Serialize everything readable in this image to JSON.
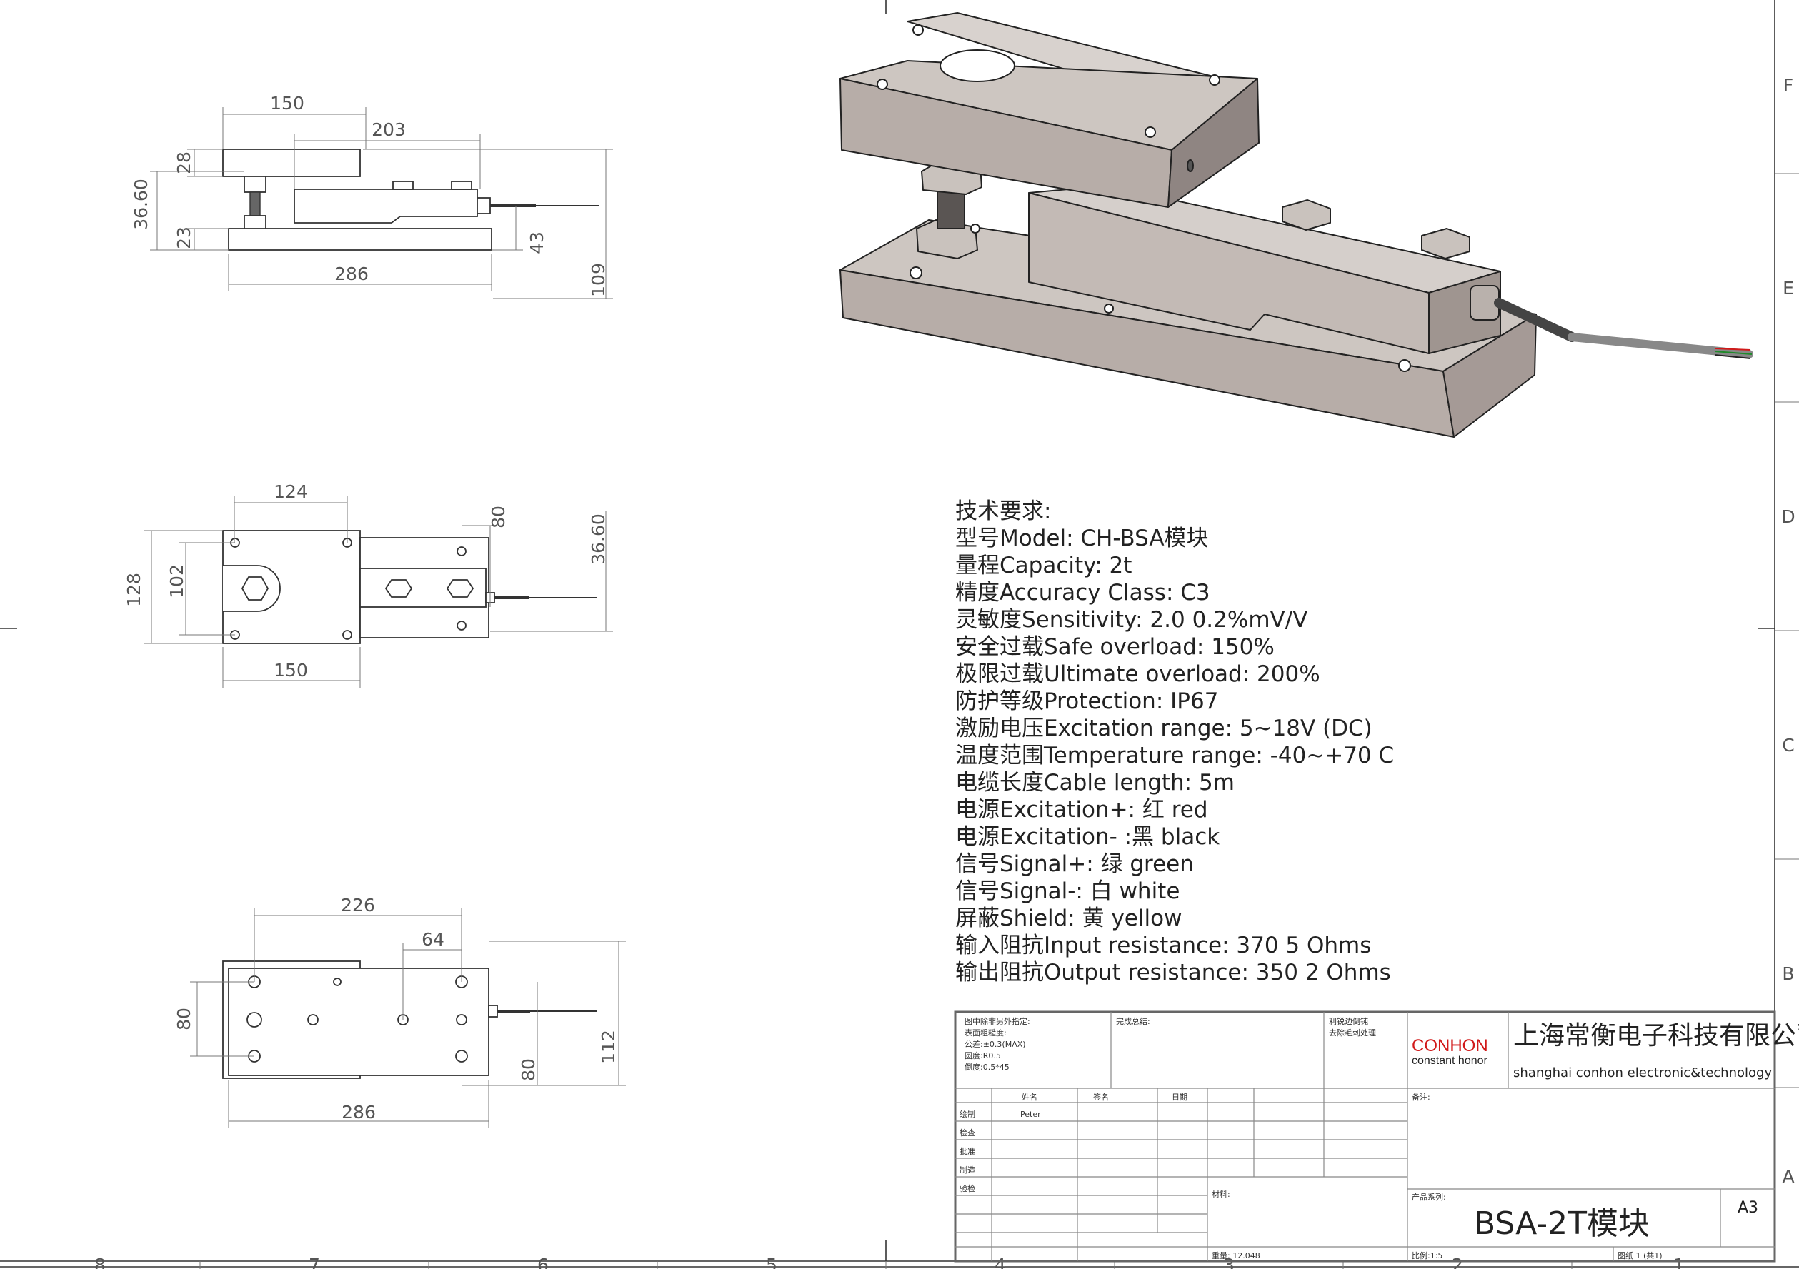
{
  "zone_labels": {
    "rows": [
      "F",
      "E",
      "D",
      "C",
      "B",
      "A"
    ],
    "columns": [
      "8",
      "7",
      "6",
      "5",
      "4",
      "3",
      "2",
      "1"
    ]
  },
  "views": {
    "front": {
      "dims": [
        "150",
        "203",
        "28",
        "36.60",
        "23",
        "43",
        "286",
        "109"
      ]
    },
    "top": {
      "dims": [
        "124",
        "80",
        "36.60",
        "128",
        "102",
        "150"
      ]
    },
    "bottom": {
      "dims": [
        "226",
        "64",
        "80",
        "112",
        "80",
        "286"
      ]
    }
  },
  "spec": {
    "heading": "技术要求:",
    "lines": [
      "型号Model: CH-BSA模块",
      "量程Capacity: 2t",
      "精度Accuracy Class: C3",
      "灵敏度Sensitivity: 2.0 0.2%mV/V",
      "安全过载Safe overload: 150%",
      "极限过载Ultimate overload: 200%",
      "防护等级Protection: IP67",
      "激励电压Excitation range: 5~18V (DC)",
      "温度范围Temperature range: -40~+70 C",
      "电缆长度Cable length: 5m",
      "电源Excitation+: 红 red",
      "电源Excitation- :黑 black",
      "信号Signal+: 绿 green",
      "信号Signal-: 白 white",
      "屏蔽Shield: 黄 yellow",
      "输入阻抗Input resistance: 370 5 Ohms",
      "输出阻抗Output resistance: 350 2 Ohms"
    ]
  },
  "title_block": {
    "notes": [
      "图中除非另外指定:",
      "表面粗糙度:",
      "公差:±0.3(MAX)",
      "圆度:R0.5",
      "倒度:0.5*45"
    ],
    "finish_label": "完成总结:",
    "deburr": [
      "利锐边倒钝",
      "去除毛刺处理"
    ],
    "logo_main": "CONHON",
    "logo_sub": "constant honor",
    "company_cn": "上海常衡电子科技有限公司",
    "company_en": "shanghai conhon electronic&technology",
    "col_headers": [
      "姓名",
      "签名",
      "日期"
    ],
    "roles": [
      "绘制",
      "检查",
      "批准",
      "制造",
      "验检"
    ],
    "drawn_by": "Peter",
    "remarks_label": "备注:",
    "material_label": "材料:",
    "product_series_label": "产品系列:",
    "product": "BSA-2T模块",
    "size": "A3",
    "weight": "重量: 12.048",
    "scale": "比例:1:5",
    "sheet": "图纸 1 (共1)"
  },
  "colors": {
    "metal_top": "#cdc6c1",
    "metal_side": "#b7ada8",
    "metal_dark": "#8f8582",
    "logo_red": "#d11a1a"
  }
}
